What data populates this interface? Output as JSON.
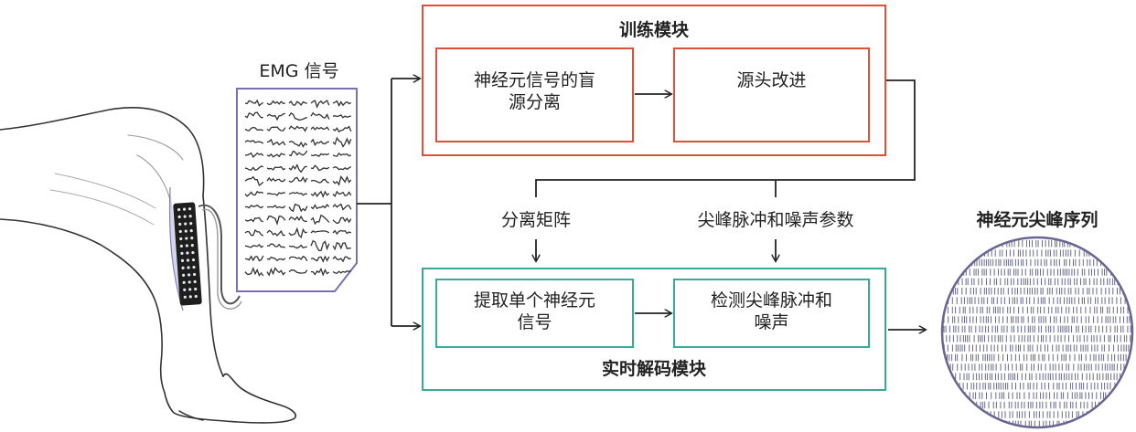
{
  "emg": {
    "label": "EMG 信号",
    "sheet_border": "#7b6fb0"
  },
  "training_module": {
    "title": "训练模块",
    "color": "#d9533a",
    "box1": [
      "神经元信号的盲",
      "源分离"
    ],
    "box2": "源头改进"
  },
  "params": {
    "separation_matrix": "分离矩阵",
    "spike_noise_params": "尖峰脉冲和噪声参数"
  },
  "decoding_module": {
    "title": "实时解码模块",
    "color": "#3aa89b",
    "box1": [
      "提取单个神经元",
      "信号"
    ],
    "box2": [
      "检测尖峰脉冲和",
      "噪声"
    ]
  },
  "output": {
    "title": "神经元尖峰序列",
    "circle_border": "#6a6490"
  },
  "icons": {
    "leg": "leg-with-electrode-array-icon",
    "emg_sheet": "emg-signal-sheet-icon",
    "spike_raster": "spike-raster-circle-icon"
  }
}
